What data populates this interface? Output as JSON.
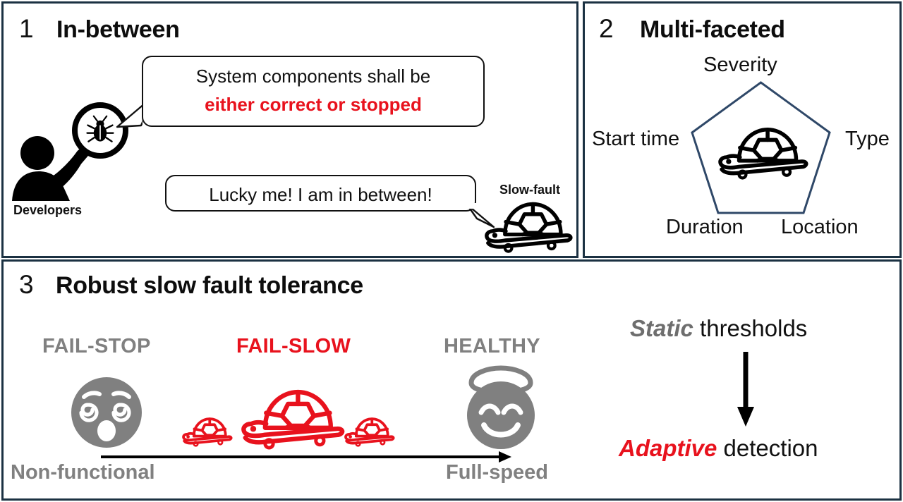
{
  "figure": {
    "border_color": "#1b3142",
    "accent_red": "#e8121d",
    "accent_grey": "#808080",
    "pentagon_color": "#2f4868"
  },
  "panel1": {
    "number": "1",
    "title": "In-between",
    "developers_label": "Developers",
    "bubble1": {
      "line1": "System components shall be",
      "line2": "either correct or stopped"
    },
    "bubble2": {
      "line1": "Lucky me! I am in between!"
    },
    "slow_fault_label": "Slow-fault",
    "icons": {
      "developer": "developer-person-icon",
      "magnifier_bug": "magnifier-bug-icon",
      "turtle": "turtle-skateboard-icon"
    }
  },
  "panel2": {
    "number": "2",
    "title": "Multi-faceted",
    "facets": [
      {
        "id": "severity",
        "label": "Severity"
      },
      {
        "id": "type",
        "label": "Type"
      },
      {
        "id": "location",
        "label": "Location"
      },
      {
        "id": "duration",
        "label": "Duration"
      },
      {
        "id": "start_time",
        "label": "Start time"
      }
    ],
    "center_icon": "turtle-skateboard-icon"
  },
  "panel3": {
    "number": "3",
    "title": "Robust slow fault tolerance",
    "spectrum": {
      "left_state": {
        "label": "FAIL-STOP",
        "color": "#808080",
        "icon": "dizzy-face-icon"
      },
      "middle_state": {
        "label": "FAIL-SLOW",
        "color": "#e8121d",
        "icon": "turtle-skateboard-icon"
      },
      "right_state": {
        "label": "HEALTHY",
        "color": "#808080",
        "icon": "halo-smiling-face-icon"
      },
      "axis_start_label": "Non-functional",
      "axis_end_label": "Full-speed"
    },
    "transition": {
      "from_emphasis": "Static",
      "from_rest": " thresholds",
      "arrow_icon": "down-arrow-icon",
      "to_emphasis": "Adaptive",
      "to_rest": " detection"
    }
  }
}
